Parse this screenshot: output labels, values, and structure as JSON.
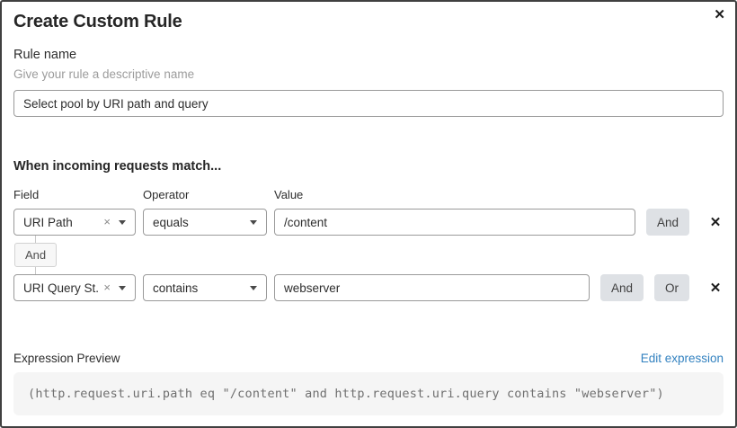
{
  "dialog": {
    "title": "Create Custom Rule"
  },
  "icons": {
    "close": "✕",
    "remove": "✕",
    "clear": "×"
  },
  "rule_name": {
    "label": "Rule name",
    "hint": "Give your rule a descriptive name",
    "value": "Select pool by URI path and query"
  },
  "match": {
    "title": "When incoming requests match...",
    "columns": [
      "Field",
      "Operator",
      "Value"
    ],
    "connector": "And",
    "rows": [
      {
        "field": "URI Path",
        "operator": "equals",
        "value": "/content",
        "and_label": "And"
      },
      {
        "field": "URI Query St...",
        "operator": "contains",
        "value": "webserver",
        "and_label": "And",
        "or_label": "Or"
      }
    ]
  },
  "expression": {
    "label": "Expression Preview",
    "edit_link": "Edit expression",
    "code": "(http.request.uri.path eq \"/content\" and http.request.uri.query contains \"webserver\")"
  },
  "colors": {
    "modal_border": "#404040",
    "input_border": "#9a9a9a",
    "button_bg": "#dee1e5",
    "code_bg": "#f5f5f5",
    "link_blue": "#3382c0",
    "hint_gray": "#9c9c9c"
  }
}
